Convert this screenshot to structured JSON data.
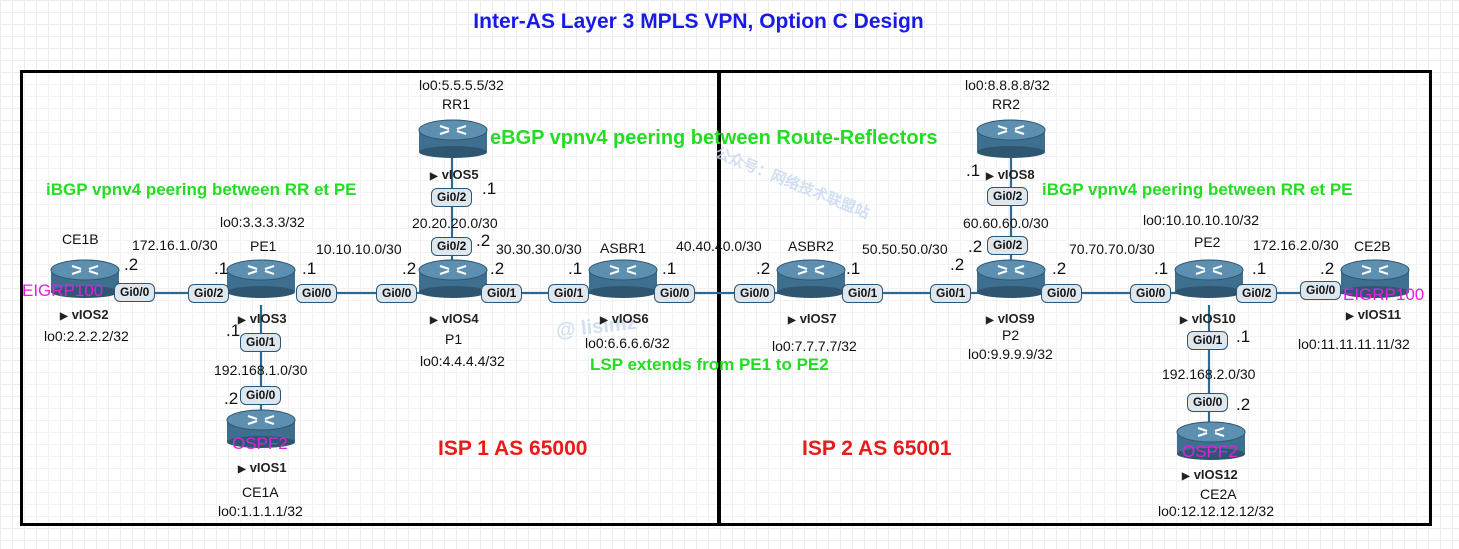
{
  "title": "Inter-AS Layer 3 MPLS VPN, Option C Design",
  "colors": {
    "title": "#1a1ae6",
    "annotation": "#22dd22",
    "isp_label": "#e81b1b",
    "igp_label": "#e020e0",
    "router": "#3f6f8f"
  },
  "icons": {
    "router": "router-icon",
    "node": "play-triangle-icon"
  },
  "annotations": {
    "ebgp": "eBGP vpnv4 peering between Route-Reflectors",
    "ibgp_left": "iBGP vpnv4 peering between RR et PE",
    "ibgp_right": "iBGP vpnv4 peering between RR et PE",
    "lsp": "LSP extends from PE1 to PE2"
  },
  "isp": {
    "left": "ISP 1 AS 65000",
    "right": "ISP 2 AS 65001"
  },
  "watermark": {
    "text1": "公众号：网络技术联盟站",
    "text2": "@ lislmz"
  },
  "nodes": {
    "ce1b": {
      "name": "CE1B",
      "node": "vIOS2",
      "loopback": "lo0:2.2.2.2/32",
      "igp": "EIGRP100"
    },
    "pe1": {
      "name": "PE1",
      "node": "vIOS3",
      "loopback": "lo0:3.3.3.3/32"
    },
    "ce1a": {
      "name": "CE1A",
      "node": "vIOS1",
      "loopback": "lo0:1.1.1.1/32",
      "igp": "OSPF2"
    },
    "rr1": {
      "name": "RR1",
      "node": "vIOS5",
      "loopback": "lo0:5.5.5.5/32"
    },
    "p1": {
      "name": "P1",
      "node": "vIOS4",
      "loopback": "lo0:4.4.4.4/32"
    },
    "asbr1": {
      "name": "ASBR1",
      "node": "vIOS6",
      "loopback": "lo0:6.6.6.6/32"
    },
    "asbr2": {
      "name": "ASBR2",
      "node": "vIOS7",
      "loopback": "lo0:7.7.7.7/32"
    },
    "rr2": {
      "name": "RR2",
      "node": "vIOS8",
      "loopback": "lo0:8.8.8.8/32"
    },
    "p2": {
      "name": "P2",
      "node": "vIOS9",
      "loopback": "lo0:9.9.9.9/32"
    },
    "pe2": {
      "name": "PE2",
      "node": "vIOS10",
      "loopback": "lo0:10.10.10.10/32"
    },
    "ce2b": {
      "name": "CE2B",
      "node": "vIOS11",
      "loopback": "lo0:11.11.11.11/32",
      "igp": "EIGRP100"
    },
    "ce2a": {
      "name": "CE2A",
      "node": "vIOS12",
      "loopback": "lo0:12.12.12.12/32",
      "igp": "OSPF2"
    }
  },
  "subnets": {
    "ce1b_pe1": "172.16.1.0/30",
    "pe1_p1": "10.10.10.0/30",
    "pe1_ce1a": "192.168.1.0/30",
    "rr1_p1": "20.20.20.0/30",
    "p1_asbr1": "30.30.30.0/30",
    "asbr1_asbr2": "40.40.40.0/30",
    "asbr2_p2": "50.50.50.0/30",
    "rr2_p2": "60.60.60.0/30",
    "p2_pe2": "70.70.70.0/30",
    "pe2_ce2b": "172.16.2.0/30",
    "pe2_ce2a": "192.168.2.0/30"
  },
  "ports": {
    "ce1b_gi00": "Gi0/0",
    "pe1_gi02": "Gi0/2",
    "pe1_gi00": "Gi0/0",
    "pe1_gi01": "Gi0/1",
    "ce1a_gi00": "Gi0/0",
    "rr1_gi02": "Gi0/2",
    "p1_gi02": "Gi0/2",
    "p1_gi00": "Gi0/0",
    "p1_gi01": "Gi0/1",
    "asbr1_gi01": "Gi0/1",
    "asbr1_gi00": "Gi0/0",
    "asbr2_gi00": "Gi0/0",
    "asbr2_gi01": "Gi0/1",
    "rr2_gi02": "Gi0/2",
    "p2_gi02": "Gi0/2",
    "p2_gi01": "Gi0/1",
    "p2_gi00": "Gi0/0",
    "pe2_gi00": "Gi0/0",
    "pe2_gi02": "Gi0/2",
    "pe2_gi01": "Gi0/1",
    "ce2b_gi00": "Gi0/0",
    "ce2a_gi00": "Gi0/0"
  },
  "host_ids": {
    "ce1b": ".2",
    "pe1_left": ".1",
    "pe1_right": ".1",
    "pe1_down": ".1",
    "ce1a": ".2",
    "rr1": ".1",
    "p1_up": ".2",
    "p1_left": ".2",
    "p1_right": ".2",
    "asbr1_left": ".1",
    "asbr1_right": ".1",
    "asbr2_left": ".2",
    "asbr2_right": ".1",
    "rr2": ".1",
    "p2_up": ".2",
    "p2_left": ".2",
    "p2_right": ".2",
    "pe2_left": ".1",
    "pe2_right": ".1",
    "pe2_down": ".1",
    "ce2b": ".2",
    "ce2a": ".2"
  }
}
